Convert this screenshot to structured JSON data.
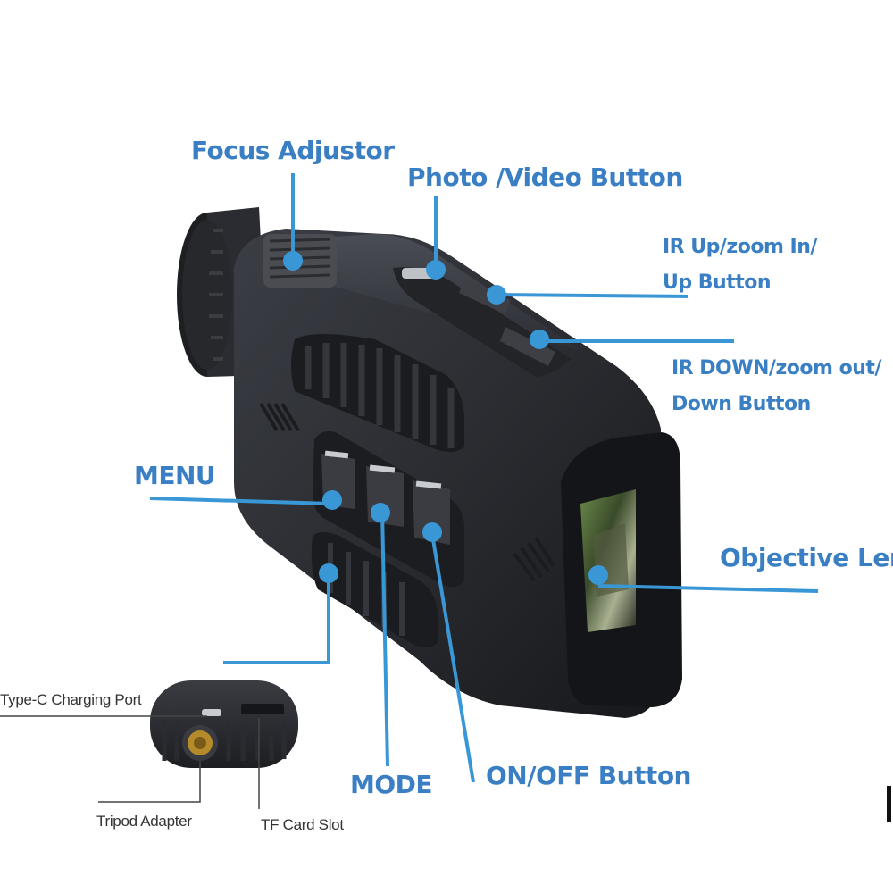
{
  "colors": {
    "accent": "#3a7fc4",
    "leader": "#3a97d6",
    "device": "#2a2c31",
    "device_dark": "#1a1b1f",
    "small_text": "#333333"
  },
  "labels": {
    "focus_adjustor": "Focus Adjustor",
    "photo_video_button": "Photo /Video Button",
    "ir_up_line1": "IR Up/zoom In/",
    "ir_up_line2": "Up Button",
    "ir_down_line1": "IR DOWN/zoom out/",
    "ir_down_line2": "Down Button",
    "menu": "MENU",
    "objective_lens": "Objective Lens",
    "type_c_port": "Type-C Charging Port",
    "mode": "MODE",
    "on_off_button": "ON/OFF Button",
    "tripod_adapter": "Tripod Adapter",
    "tf_card_slot": "TF Card Slot"
  },
  "icons": [
    "device-body-illustration",
    "bottom-inset-illustration",
    "callout-dot"
  ]
}
